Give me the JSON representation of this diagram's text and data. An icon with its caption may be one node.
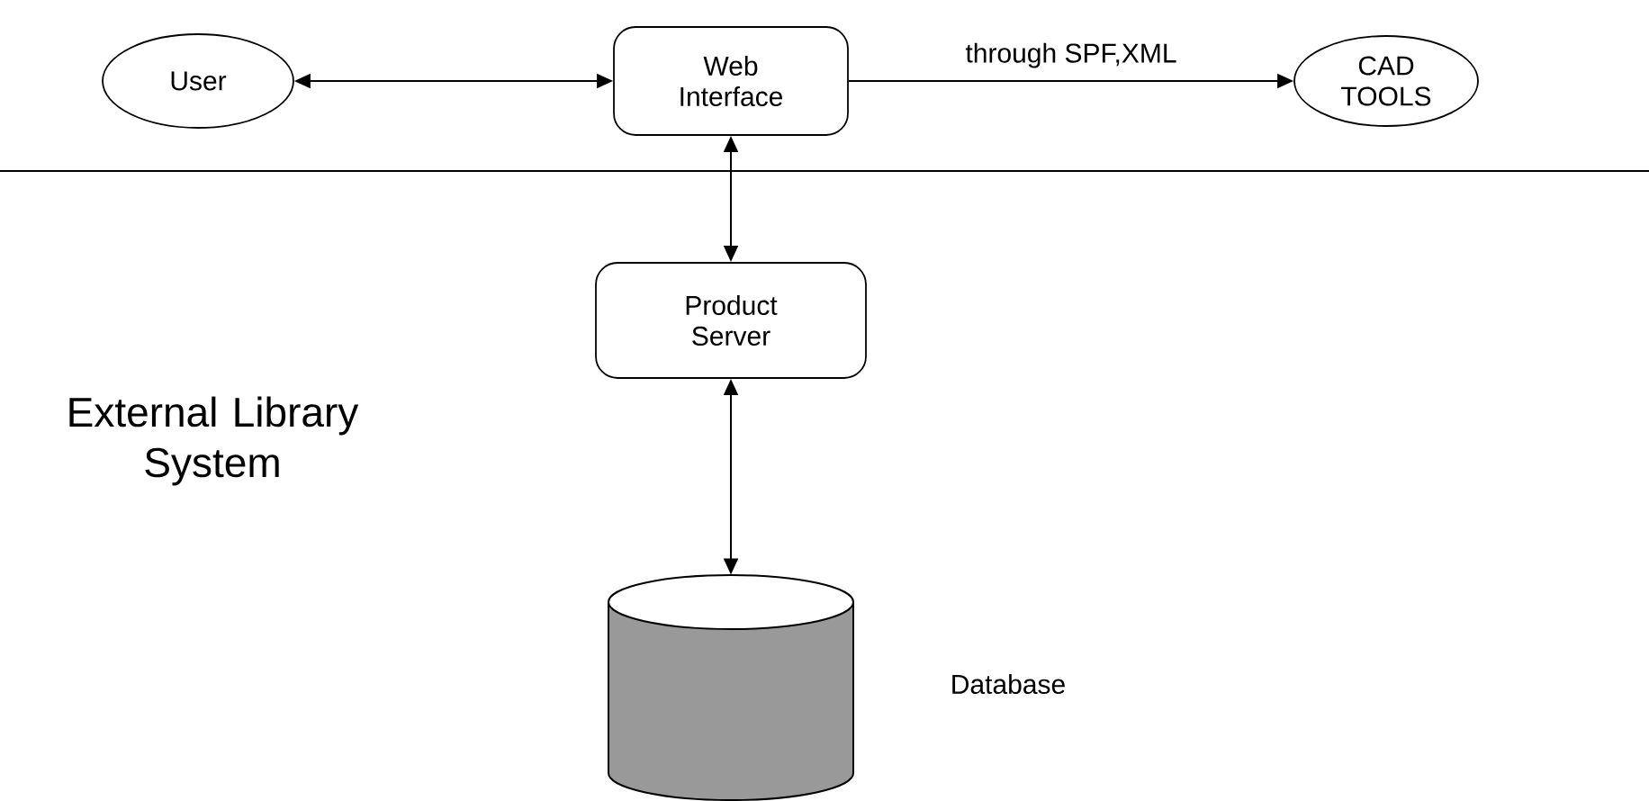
{
  "diagram": {
    "nodes": [
      {
        "text": [
          "User"
        ]
      },
      {
        "text": [
          "Web Interface"
        ]
      },
      {
        "text": [
          "CAD TOOLS"
        ]
      },
      {
        "text": [
          "Product Server"
        ]
      },
      {
        "text": [],
        "shape": "cylinder",
        "beside": [
          "Database"
        ]
      }
    ],
    "edges": [
      {
        "from": 0,
        "to": 1,
        "arrow": "both"
      },
      {
        "from": 1,
        "to": 2,
        "arrow": "to",
        "label": "through SPF,XML"
      },
      {
        "from": 1,
        "to": 3,
        "arrow": "both"
      },
      {
        "from": 3,
        "to": 4,
        "arrow": "both"
      }
    ],
    "labels": [
      "External Library System"
    ]
  }
}
